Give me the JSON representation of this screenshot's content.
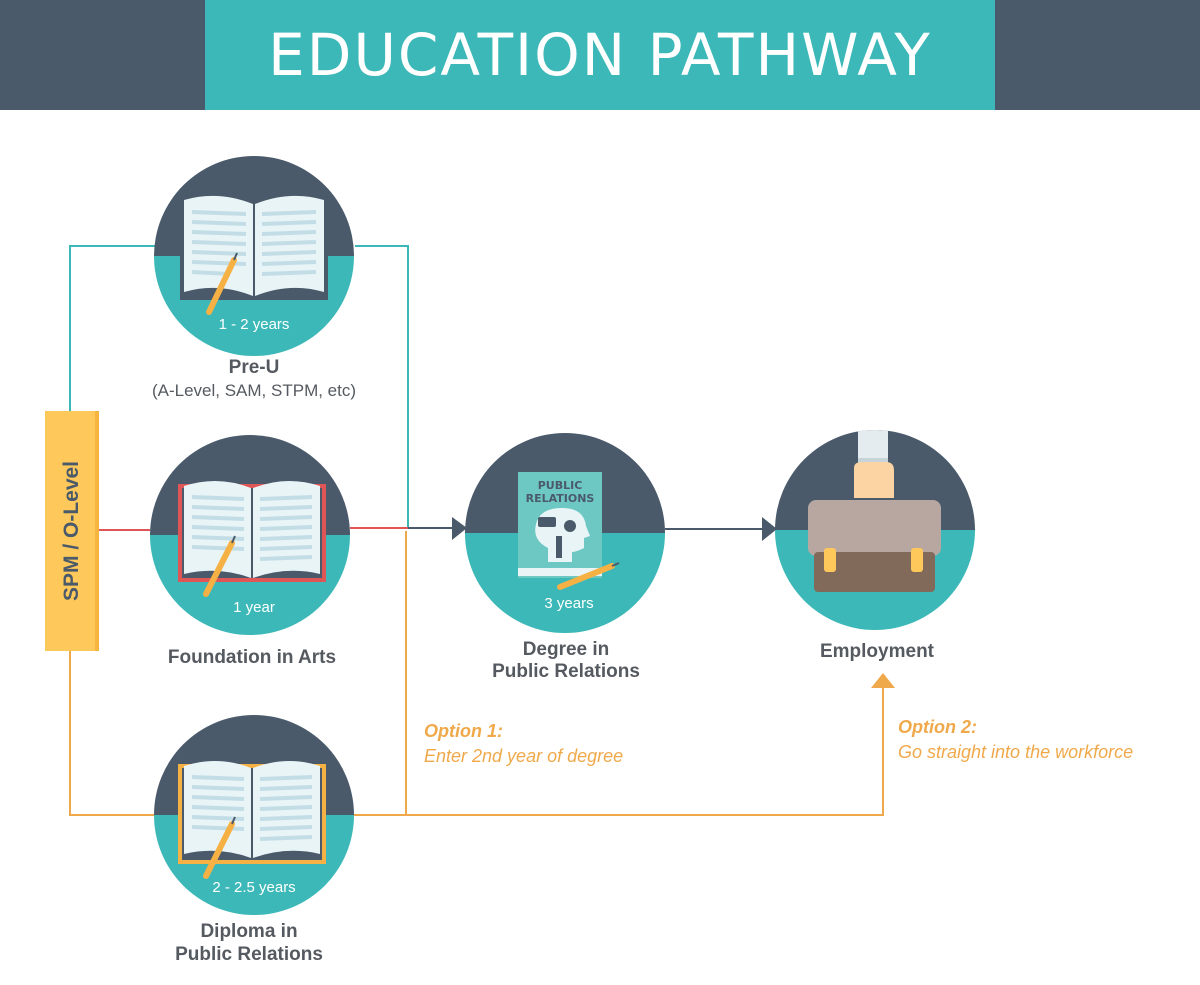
{
  "title": "EDUCATION PATHWAY",
  "start": {
    "label": "SPM / O-Level"
  },
  "nodes": [
    {
      "id": "pre-u",
      "title": "Pre-U",
      "subtitle": "(A-Level, SAM, STPM, etc)",
      "duration": "1 - 2 years",
      "icon": "open-book-icon"
    },
    {
      "id": "foundation",
      "title": "Foundation in Arts",
      "duration": "1 year",
      "icon": "open-book-icon"
    },
    {
      "id": "diploma",
      "title_line1": "Diploma in",
      "title_line2": "Public Relations",
      "duration": "2 - 2.5 years",
      "icon": "open-book-icon"
    },
    {
      "id": "degree",
      "title_line1": "Degree in",
      "title_line2": "Public Relations",
      "duration": "3 years",
      "icon": "public-relations-book-icon",
      "book_text_line1": "PUBLIC",
      "book_text_line2": "RELATIONS"
    },
    {
      "id": "employment",
      "title": "Employment",
      "icon": "briefcase-icon"
    }
  ],
  "options": [
    {
      "heading": "Option 1:",
      "text": "Enter 2nd year of degree"
    },
    {
      "heading": "Option 2:",
      "text": "Go straight into the workforce"
    }
  ],
  "colors": {
    "dark": "#4a5a6b",
    "teal": "#3cb8b8",
    "orange": "#f0a94a",
    "yellow": "#fec95a",
    "red": "#e05555",
    "text": "#555a60",
    "page_light": "#e9f4f6",
    "page_lines": "#c2dde6",
    "pencil": "#f6b144"
  }
}
